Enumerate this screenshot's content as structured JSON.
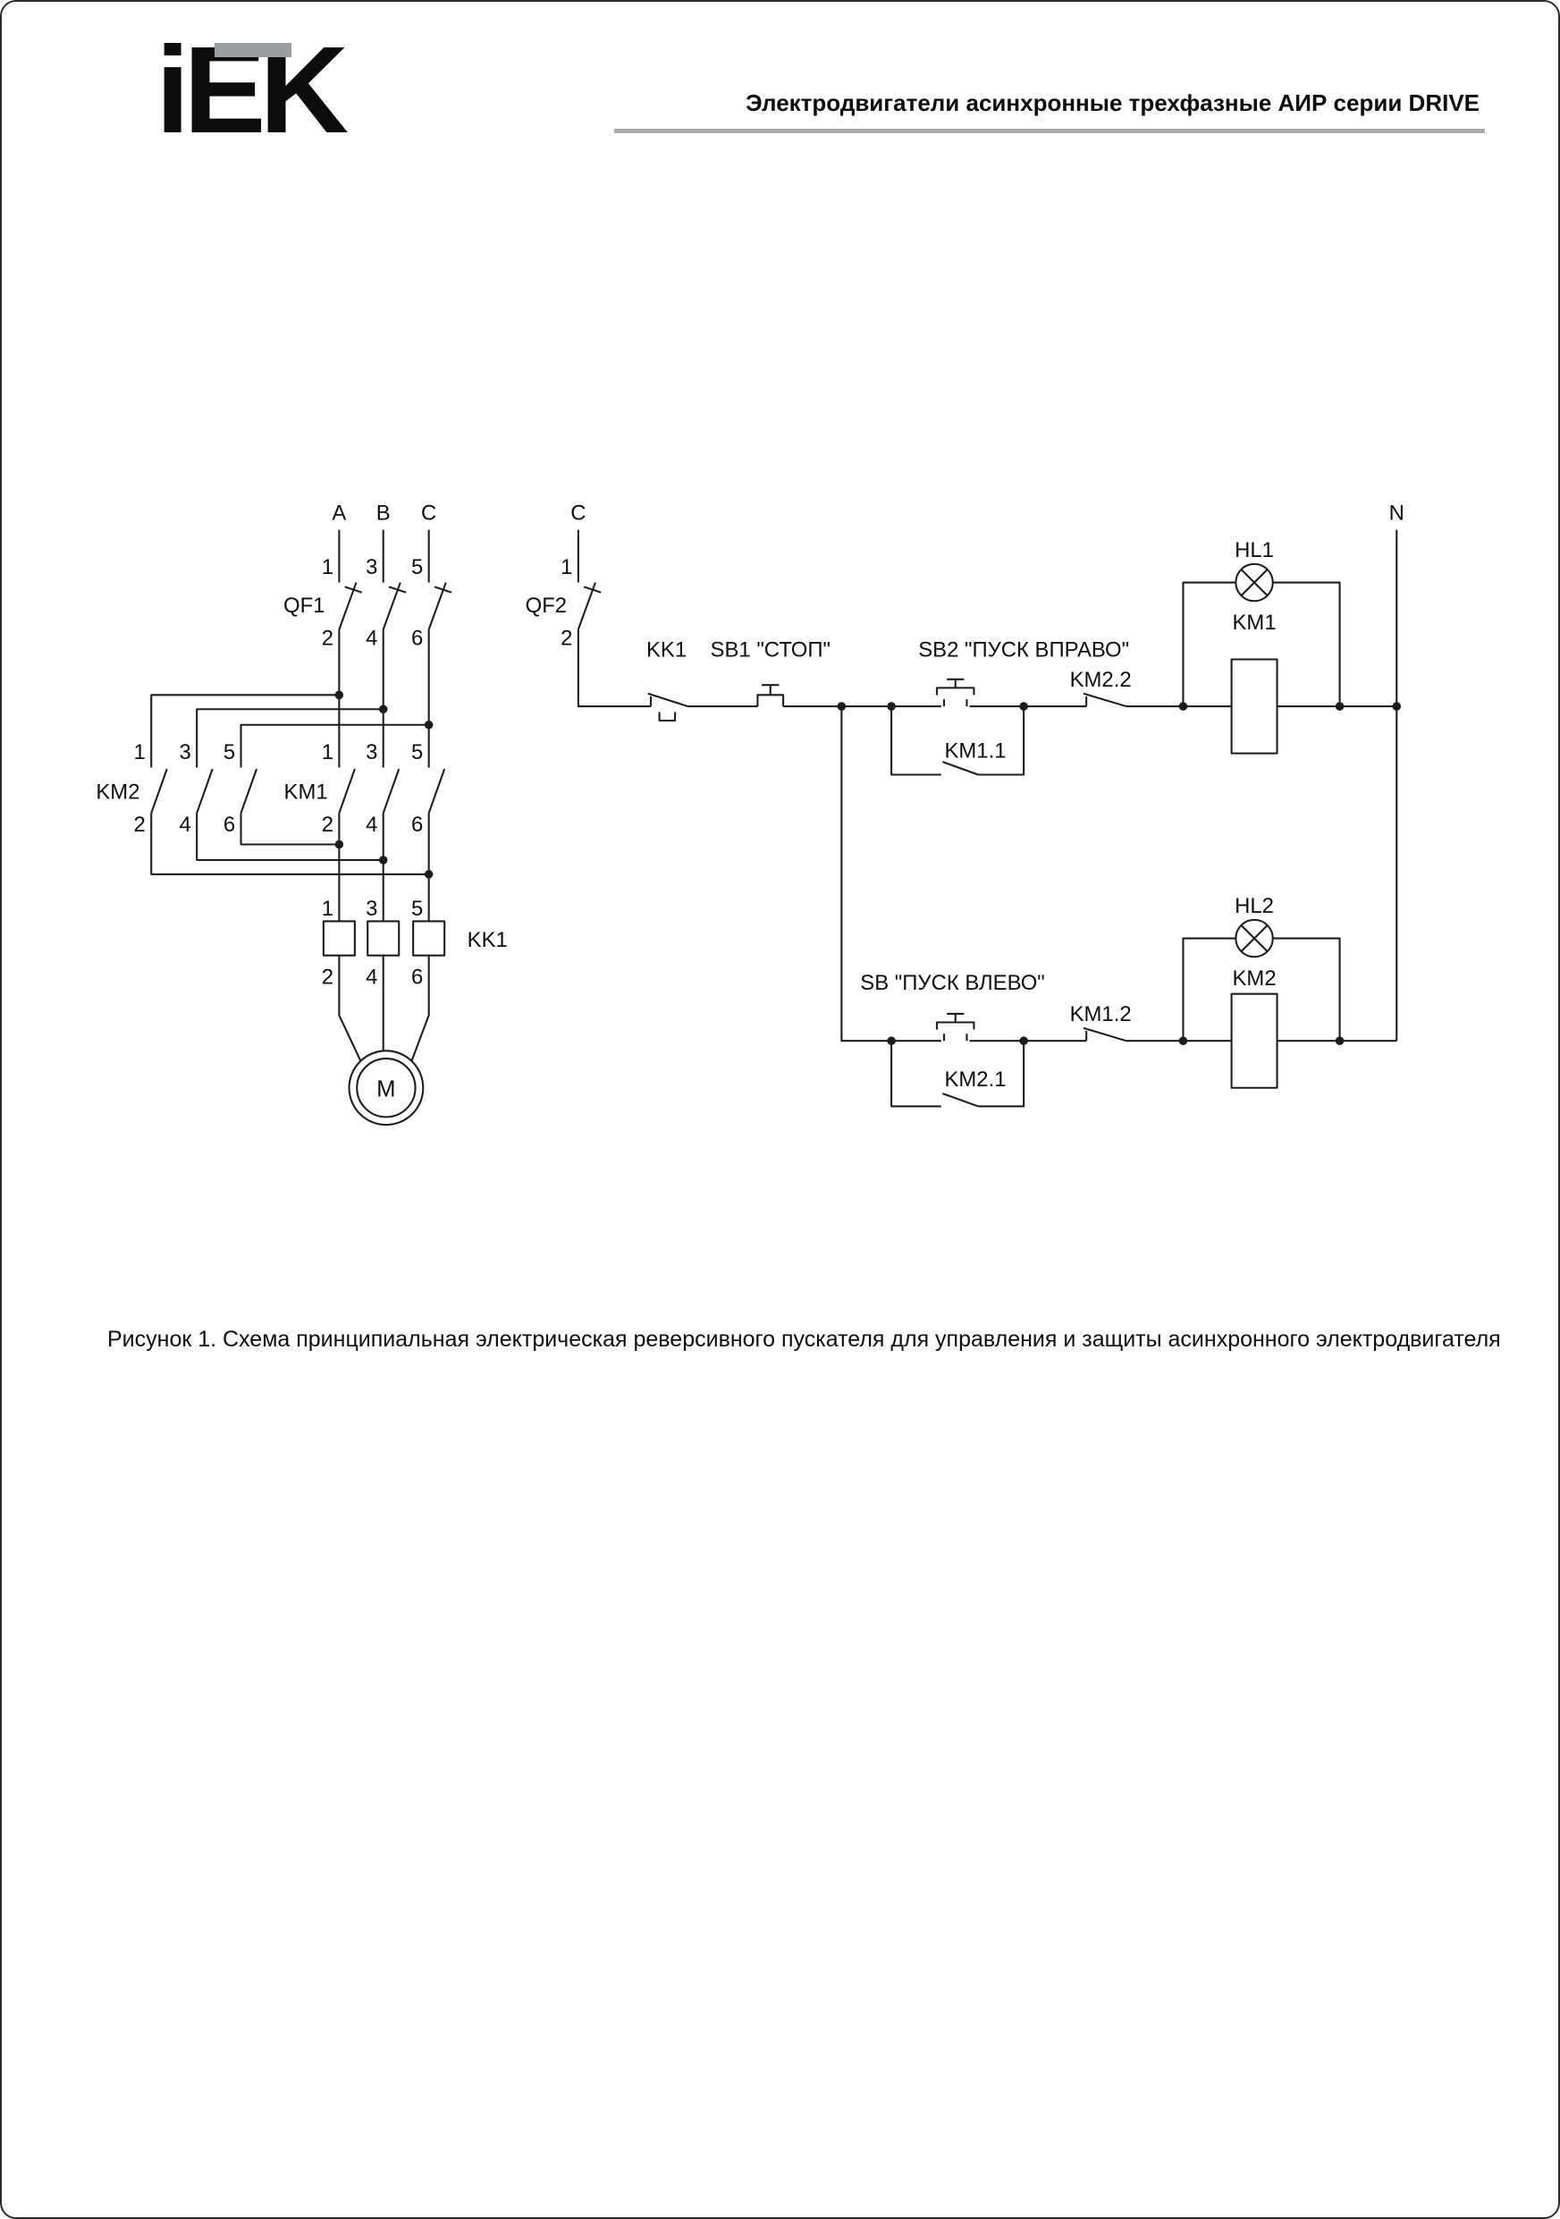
{
  "header": {
    "logo_text": "iEK",
    "title": "Электродвигатели асинхронные трехфазные АИР серии DRIVE"
  },
  "caption": "Рисунок 1. Схема принципиальная электрическая реверсивного пускателя для управления и защиты асинхронного электродвигателя",
  "colors": {
    "line": "#1c1c1c",
    "rule_gray": "#a7a9ac",
    "logo_gray": "#9b9da0"
  },
  "diagram": {
    "power": {
      "phase_a": "A",
      "phase_b": "B",
      "phase_c": "C",
      "qf1": "QF1",
      "km2": "KM2",
      "km1": "KM1",
      "kk1": "KK1",
      "motor": "M",
      "pins_odd": [
        "1",
        "3",
        "5"
      ],
      "pins_even": [
        "2",
        "4",
        "6"
      ]
    },
    "control": {
      "phase": "C",
      "neutral": "N",
      "qf2": "QF2",
      "pin_1": "1",
      "pin_2": "2",
      "kk1": "KK1",
      "sb1": "SB1 \"СТОП\"",
      "sb2": "SB2 \"ПУСК ВПРАВО\"",
      "sb": "SB \"ПУСК ВЛЕВО\"",
      "km1_1": "KM1.1",
      "km2_2": "KM2.2",
      "km2_1": "KM2.1",
      "km1_2": "KM1.2",
      "hl1": "HL1",
      "hl2": "HL2",
      "km1_coil": "KM1",
      "km2_coil": "KM2"
    }
  }
}
